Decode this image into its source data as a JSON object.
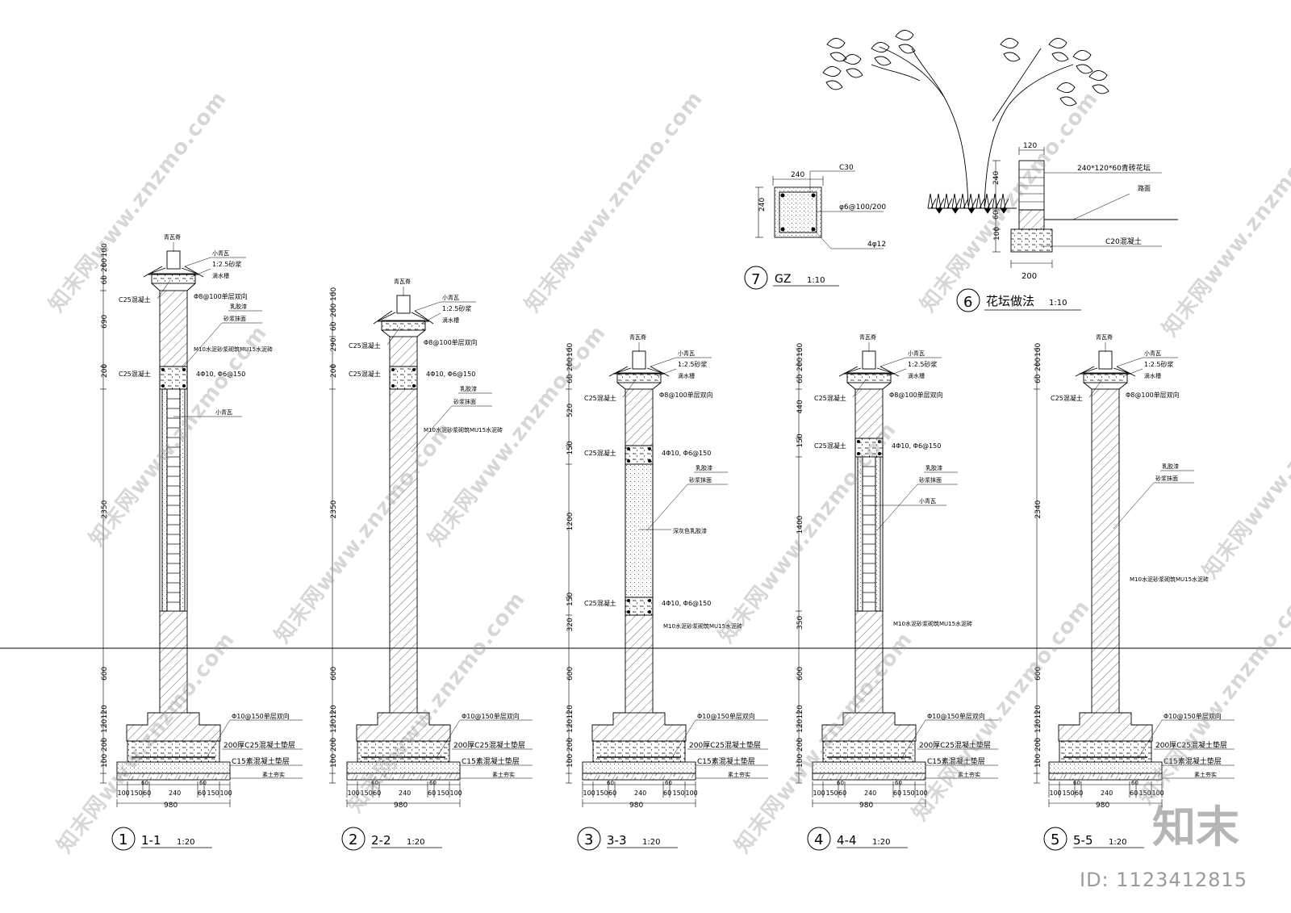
{
  "watermark": {
    "text": "知末网www.znzmo.com",
    "brand": "知末",
    "id": "ID: 1123412815"
  },
  "common": {
    "ridge": "青瓦脊",
    "tile": "小青瓦",
    "mortar_25": "1:2.5砂浆",
    "drip": "滴水槽",
    "c25": "C25混凝土",
    "rebar_top": "Φ8@100单层双向",
    "ring": "4Φ10, Φ6@150",
    "latex": "乳胶漆",
    "plaster": "砂浆抹面",
    "brick": "M10水泥砂浆砌筑MU15水泥砖",
    "small_tile": "小青瓦",
    "grey_latex": "深灰色乳胶漆",
    "found_rebar": "Φ10@150单层双向",
    "found_pad": "200厚C25混凝土垫层",
    "c15": "C15素混凝土垫层",
    "soil": "素土夯实",
    "base_dims": [
      "100",
      "150",
      "60",
      "240",
      "60",
      "150",
      "100"
    ],
    "base_60a": "60",
    "base_60b": "60",
    "base_total": "980",
    "bottom_dims": [
      "100",
      "200",
      "120",
      "120",
      "600"
    ]
  },
  "sections": [
    {
      "num": "1",
      "title": "1-1",
      "scale": "1:20",
      "dims": [
        "100",
        "200",
        "60",
        "690",
        "200",
        "2350"
      ]
    },
    {
      "num": "2",
      "title": "2-2",
      "scale": "1:20",
      "dims": [
        "100",
        "200",
        "60",
        "290",
        "200",
        "2350"
      ]
    },
    {
      "num": "3",
      "title": "3-3",
      "scale": "1:20",
      "dims": [
        "100",
        "200",
        "60",
        "520",
        "150",
        "1200",
        "150",
        "320"
      ]
    },
    {
      "num": "4",
      "title": "4-4",
      "scale": "1:20",
      "dims": [
        "100",
        "200",
        "60",
        "440",
        "150",
        "1400",
        "350"
      ]
    },
    {
      "num": "5",
      "title": "5-5",
      "scale": "1:20",
      "dims": [
        "100",
        "200",
        "60",
        "2340"
      ]
    }
  ],
  "gz": {
    "num": "7",
    "title": "GZ",
    "scale": "1:10",
    "width": "240",
    "height": "240",
    "concrete": "C30",
    "stirrup": "φ6@100/200",
    "bars": "4φ12"
  },
  "planter": {
    "num": "6",
    "title": "花坛做法",
    "scale": "1:10",
    "w_top": "120",
    "h1": "240",
    "h2": "60",
    "h3": "100",
    "w_base": "200",
    "brick": "240*120*60青砖花坛",
    "road": "路面",
    "base": "C20混凝土"
  }
}
